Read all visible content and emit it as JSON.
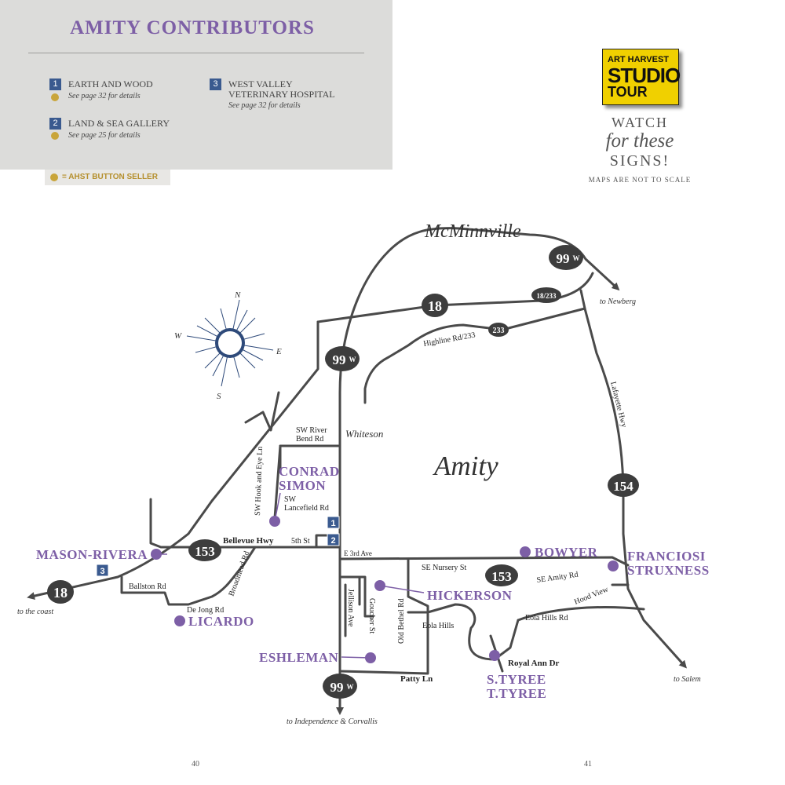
{
  "header": {
    "title": "AMITY CONTRIBUTORS",
    "entries": [
      {
        "num": "1",
        "name": "EARTH AND WOOD",
        "note": "See page 32 for details"
      },
      {
        "num": "2",
        "name": "LAND & SEA GALLERY",
        "note": "See page 25 for details"
      },
      {
        "num": "3",
        "name_line1": "WEST VALLEY",
        "name_line2": "VETERINARY HOSPITAL",
        "note": "See page 32 for details"
      }
    ],
    "legend": "= AHST BUTTON SELLER"
  },
  "sign": {
    "line1": "ART HARVEST",
    "line2": "STUDIO",
    "line3": "TOUR",
    "watch": "WATCH",
    "for_these": "for these",
    "signs": "SIGNS!",
    "not_to_scale": "MAPS ARE NOT TO SCALE"
  },
  "compass": {
    "n": "N",
    "s": "S",
    "e": "E",
    "w": "W"
  },
  "places": {
    "mcminnville": "McMinnville",
    "amity": "Amity",
    "whiteson": "Whiteson"
  },
  "directions": {
    "newberg": "to Newberg",
    "coast": "to the coast",
    "salem": "to Salem",
    "independence": "to Independence & Corvallis"
  },
  "shields": {
    "r99w": "99",
    "w": "W",
    "r18": "18",
    "r18_233": "18/233",
    "r233": "233",
    "r154": "154",
    "r153": "153"
  },
  "roads": {
    "highline": "Highline Rd/233",
    "lafayette": "Lafayette Hwy",
    "river_bend_1": "SW River",
    "river_bend_2": "Bend Rd",
    "hook_eye": "SW Hook and Eye Ln",
    "lancefield_1": "SW",
    "lancefield_2": "Lancefield Rd",
    "bellevue": "Bellevue Hwy",
    "fifth": "5th St",
    "e3rd": "E 3rd Ave",
    "nursery": "SE Nursery St",
    "se_amity": "SE Amity Rd",
    "hood_view": "Hood View",
    "ballston": "Ballston Rd",
    "dejong": "De Jong Rd",
    "broadmead": "Broadmead Rd",
    "jellison": "Jellison Ave",
    "goucher": "Goucher St",
    "old_bethel": "Old Bethel Rd",
    "eola_hills": "Eola Hills",
    "eola_hills_rd": "Eola Hills Rd",
    "royal_ann": "Royal Ann Dr",
    "patty": "Patty Ln"
  },
  "markers": {
    "m1": "1",
    "m2": "2",
    "m3": "3"
  },
  "artists": {
    "conrad": "CONRAD",
    "simon": "SIMON",
    "mason_rivera": "MASON-RIVERA",
    "bowyer": "BOWYER",
    "franciosi": "FRANCIOSI",
    "struxness": "STRUXNESS",
    "hickerson": "HICKERSON",
    "licardo": "LICARDO",
    "eshleman": "ESHLEMAN",
    "s_tyree": "S.TYREE",
    "t_tyree": "T.TYREE"
  },
  "pages": {
    "left": "40",
    "right": "41"
  },
  "colors": {
    "artist": "#7d5fa6",
    "marker": "#3a5a8f",
    "button_seller": "#c9a53a",
    "road": "#4a4a4a",
    "sign": "#f0d000"
  }
}
